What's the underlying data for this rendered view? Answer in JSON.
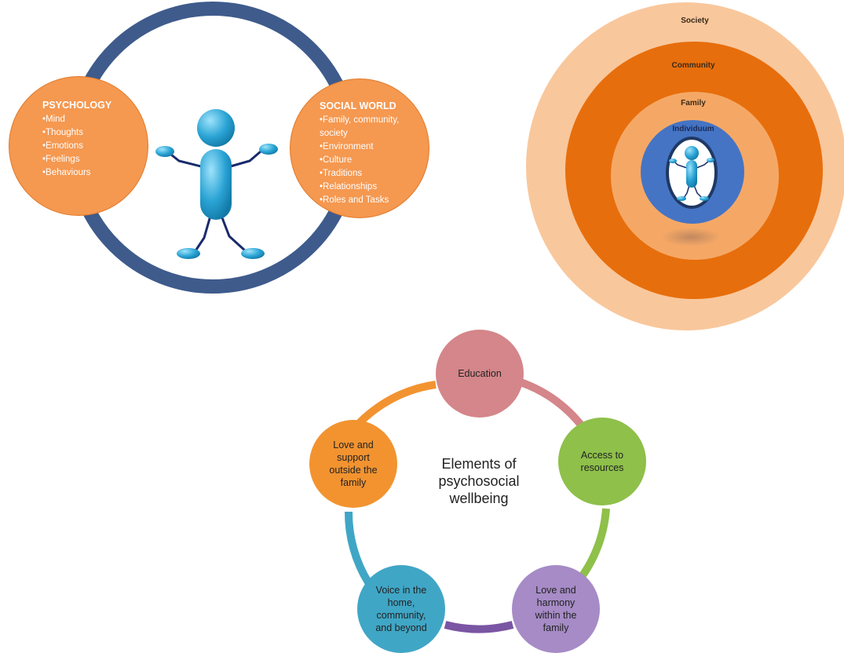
{
  "psych_social": {
    "psychology": {
      "title": "PSYCHOLOGY",
      "items": [
        "•Mind",
        "•Thoughts",
        "•Emotions",
        "•Feelings",
        "•Behaviours"
      ]
    },
    "social_world": {
      "title": "SOCIAL WORLD",
      "items": [
        "•Family, community,",
        "society",
        "•Environment",
        "•Culture",
        "•Traditions",
        "•Relationships",
        "•Roles and Tasks"
      ]
    },
    "colors": {
      "ring": "#3e5b8c",
      "circles": "#f59850",
      "figure": "#29a3d4"
    }
  },
  "levels": {
    "society": "Society",
    "community": "Community",
    "family": "Family",
    "individuum": "Individuum",
    "colors": {
      "society": "#f9c79c",
      "community": "#e76e0c",
      "family": "#f5a866",
      "individuum": "#4574c4"
    }
  },
  "wellbeing": {
    "center": [
      "Elements of",
      "psychosocial",
      "wellbeing"
    ],
    "nodes": [
      {
        "lines": [
          "Education"
        ],
        "color": "#d4868a"
      },
      {
        "lines": [
          "Access to",
          "resources"
        ],
        "color": "#8ec04a"
      },
      {
        "lines": [
          "Love and",
          "harmony",
          "within the",
          "family"
        ],
        "color": "#a68bc6"
      },
      {
        "lines": [
          "Voice in the",
          "home,",
          "community,",
          "and beyond"
        ],
        "color": "#40a6c6"
      },
      {
        "lines": [
          "Love and",
          "support",
          "outside the",
          "family"
        ],
        "color": "#f29330"
      }
    ]
  }
}
